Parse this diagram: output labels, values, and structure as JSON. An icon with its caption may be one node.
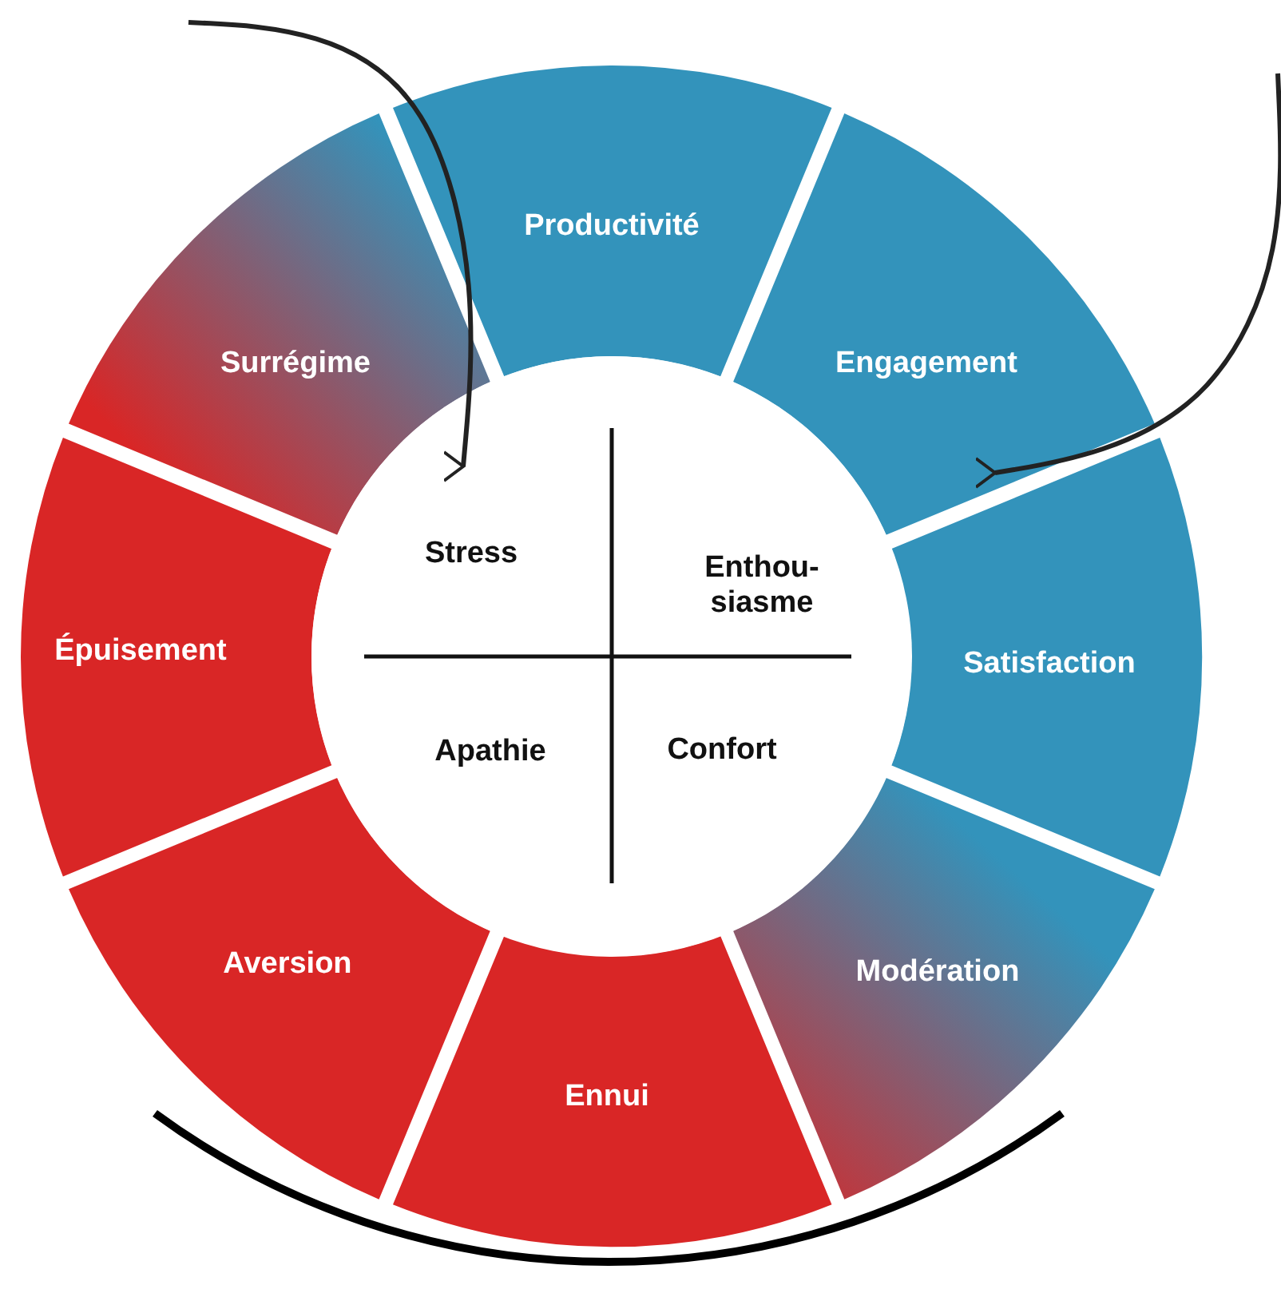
{
  "diagram": {
    "nodes": [
      {
        "text": [
          "Productivité"
        ]
      },
      {
        "text": [
          "Engagement"
        ]
      },
      {
        "text": [
          "Satisfaction"
        ]
      },
      {
        "text": [
          "Modération"
        ]
      },
      {
        "text": [
          "Ennui"
        ]
      },
      {
        "text": [
          "Aversion"
        ]
      },
      {
        "text": [
          "Épuisement"
        ]
      },
      {
        "text": [
          "Surrégime"
        ]
      },
      {
        "text": [],
        "shape": "circle"
      },
      {
        "text": [
          "Stress"
        ],
        "in": 8
      },
      {
        "text": [
          "Enthou-siasme"
        ],
        "in": 8
      },
      {
        "text": [
          "Apathie"
        ],
        "in": 8
      },
      {
        "text": [
          "Confort"
        ],
        "in": 8
      }
    ],
    "edges": [
      {
        "from": null,
        "to": 9,
        "arrow": "to"
      },
      {
        "from": null,
        "to": 1,
        "arrow": "to"
      }
    ]
  }
}
